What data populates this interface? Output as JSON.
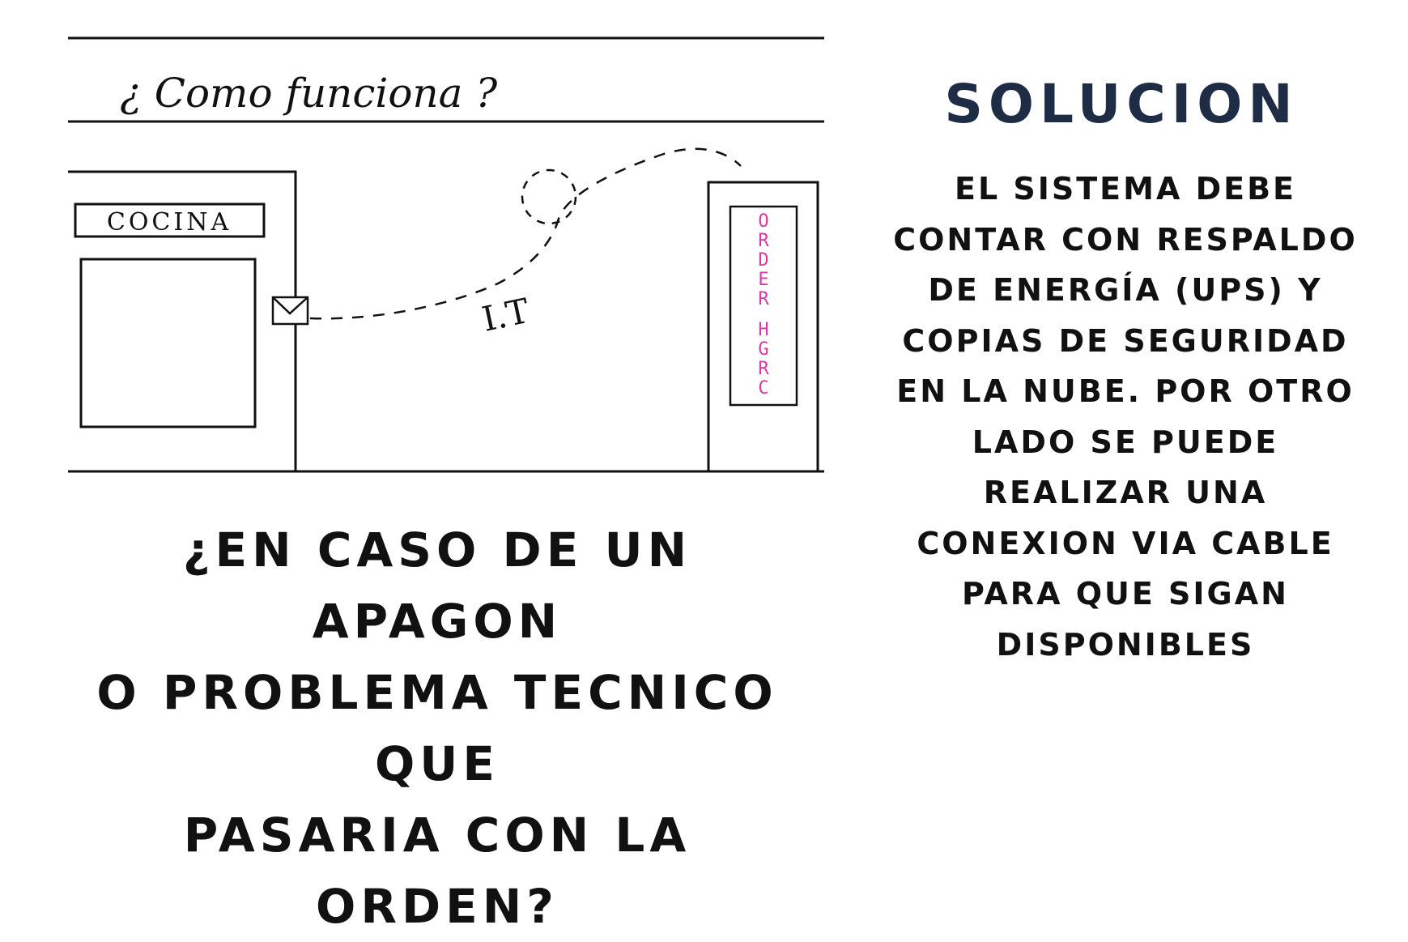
{
  "sketch": {
    "heading": "¿ Como funciona ?",
    "kitchen_label": "COCINA",
    "iot_label": "I.T",
    "order_letters": [
      "O",
      "R",
      "D",
      "E",
      "R",
      "H",
      "G",
      "R",
      "C"
    ]
  },
  "question": {
    "line1": "¿EN CASO DE UN APAGON",
    "line2": "O PROBLEMA TECNICO QUE",
    "line3": "PASARIA CON LA ORDEN?"
  },
  "solution": {
    "title": "SOLUCION",
    "lines": [
      "EL SISTEMA DEBE",
      "CONTAR CON RESPALDO",
      "DE ENERGÍA (UPS) Y",
      "COPIAS DE SEGURIDAD",
      "EN LA NUBE. POR OTRO",
      "LADO SE PUEDE",
      "REALIZAR UNA",
      "CONEXION VIA CABLE",
      "PARA QUE SIGAN",
      "DISPONIBLES"
    ]
  },
  "colors": {
    "title": "#1f2c45",
    "order_text": "#d63aa6",
    "ink": "#111111"
  }
}
